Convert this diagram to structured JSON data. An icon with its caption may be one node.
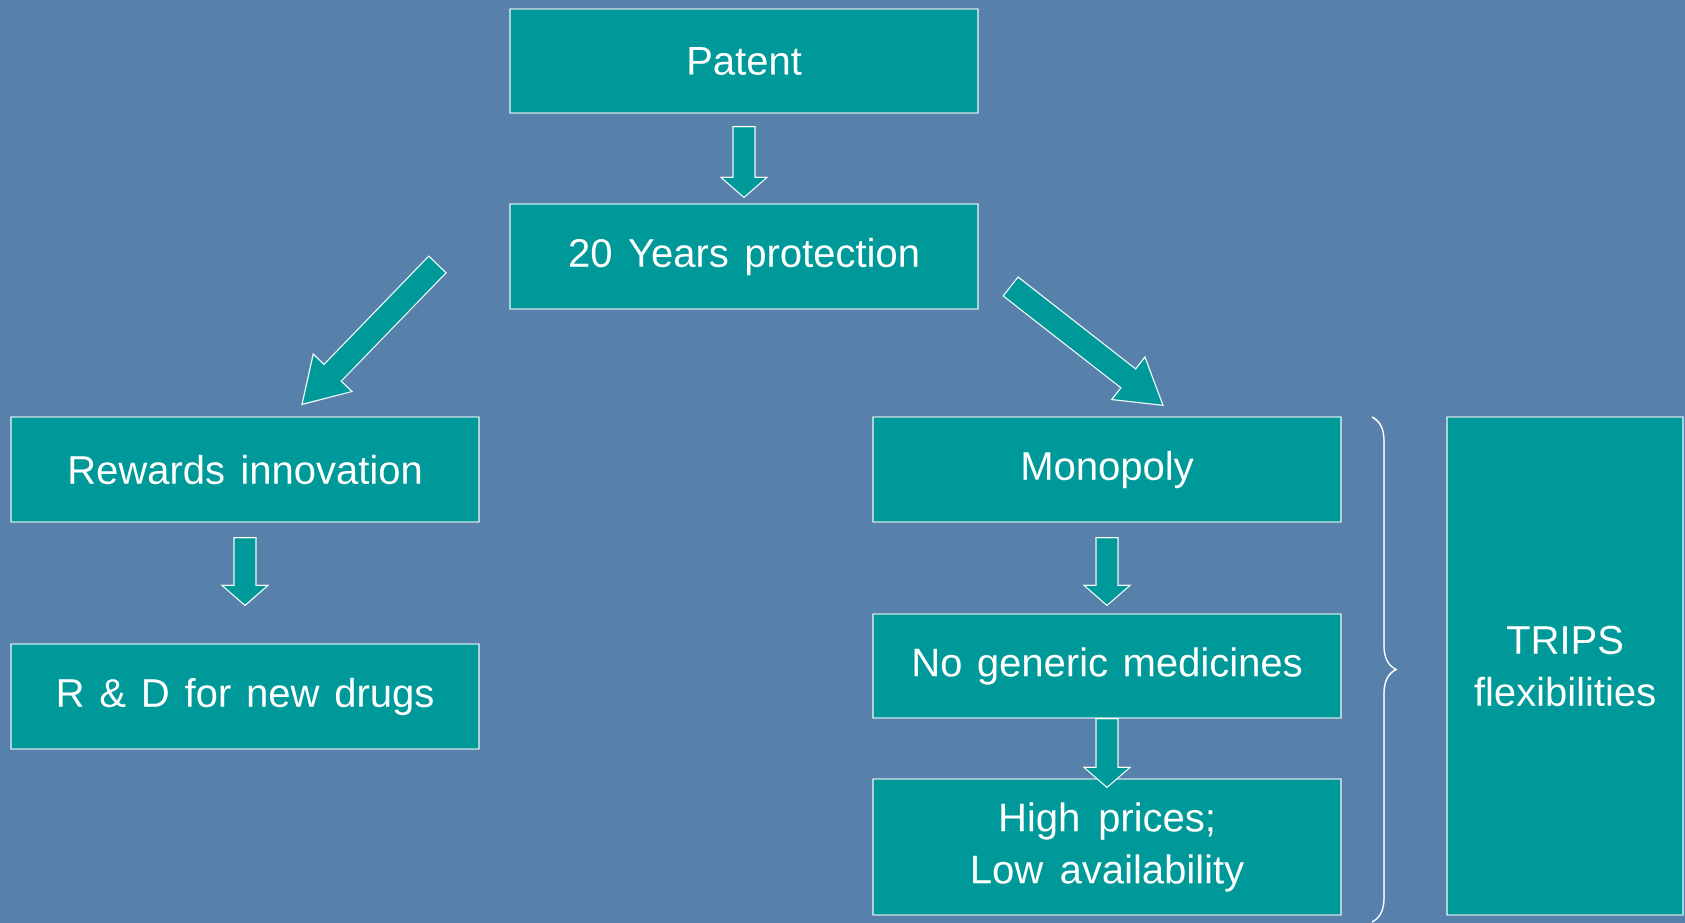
{
  "diagram": {
    "nodes": [
      {
        "text": [
          "Patent"
        ]
      },
      {
        "text": [
          "20  Years protection"
        ]
      },
      {
        "text": [
          "Rewards innovation"
        ]
      },
      {
        "text": [
          "R & D for new drugs"
        ]
      },
      {
        "text": [
          "Monopoly"
        ]
      },
      {
        "text": [
          "No generic medicines"
        ]
      },
      {
        "text": [
          "High prices; Low availability"
        ]
      },
      {
        "text": [
          "TRIPS flexibilities"
        ]
      }
    ],
    "edges": [
      {
        "from": 0,
        "to": 1,
        "arrow": "to"
      },
      {
        "from": 1,
        "to": 2,
        "arrow": "to"
      },
      {
        "from": 1,
        "to": 4,
        "arrow": "to"
      },
      {
        "from": 2,
        "to": 3,
        "arrow": "to"
      },
      {
        "from": 4,
        "to": 5,
        "arrow": "to"
      },
      {
        "from": 5,
        "to": 6,
        "arrow": "to"
      }
    ]
  }
}
